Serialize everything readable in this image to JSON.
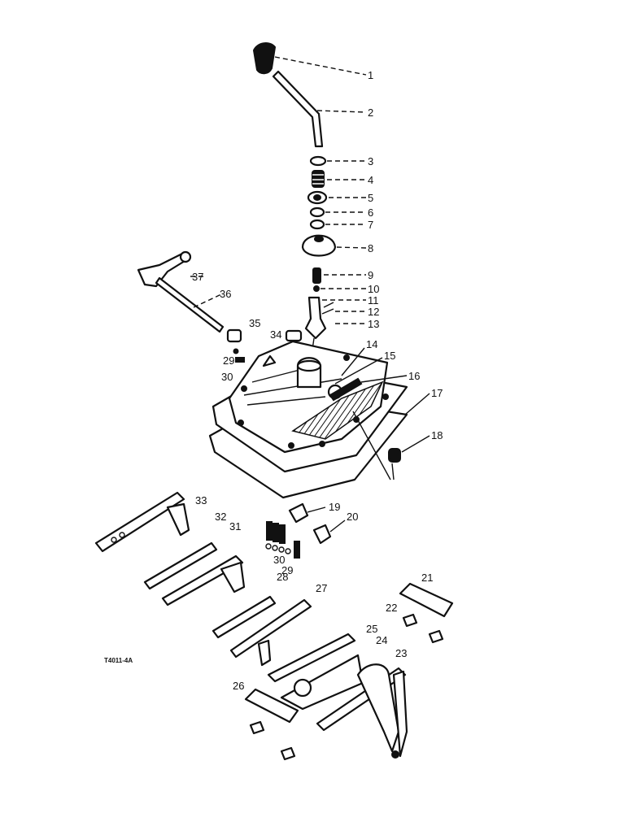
{
  "diagram": {
    "reference_code": "T4011-4A",
    "callouts": [
      "1",
      "2",
      "3",
      "4",
      "5",
      "6",
      "7",
      "8",
      "9",
      "10",
      "11",
      "12",
      "13",
      "14",
      "15",
      "16",
      "17",
      "18",
      "19",
      "20",
      "21",
      "22",
      "23",
      "24",
      "25",
      "26",
      "27",
      "28",
      "29",
      "30",
      "31",
      "32",
      "33",
      "34",
      "35",
      "36",
      "37"
    ],
    "callouts_secondary": {
      "29b": "29",
      "30b": "30"
    }
  }
}
